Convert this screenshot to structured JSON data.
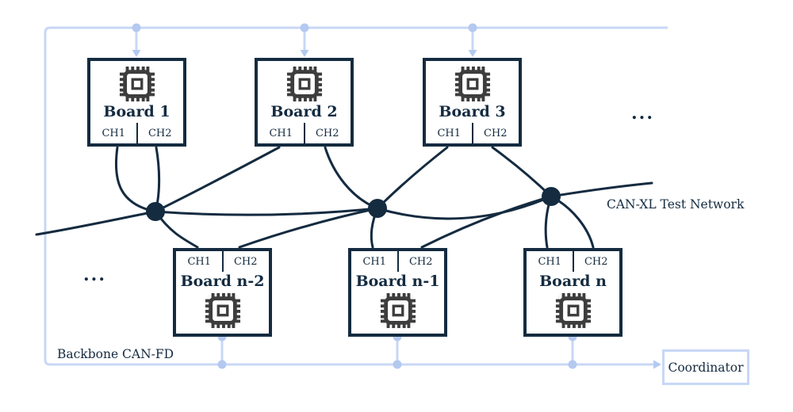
{
  "colors": {
    "navy": "#142b40",
    "backbone": "#c8d7f6",
    "backbone-node": "#b4c9f0",
    "chip": "#3d3d3d"
  },
  "boards": [
    {
      "name": "Board 1",
      "ch1": "CH1",
      "ch2": "CH2"
    },
    {
      "name": "Board 2",
      "ch1": "CH1",
      "ch2": "CH2"
    },
    {
      "name": "Board 3",
      "ch1": "CH1",
      "ch2": "CH2"
    },
    {
      "name": "Board n-2",
      "ch1": "CH1",
      "ch2": "CH2"
    },
    {
      "name": "Board n-1",
      "ch1": "CH1",
      "ch2": "CH2"
    },
    {
      "name": "Board n",
      "ch1": "CH1",
      "ch2": "CH2"
    }
  ],
  "labels": {
    "canxl_network": "CAN-XL Test Network",
    "backbone": "Backbone CAN-FD",
    "coordinator": "Coordinator",
    "ellipsis_top": "...",
    "ellipsis_bottom": "..."
  },
  "connections": [
    "Board 1 CH1 - junction 1",
    "Board 1 CH2 - junction 1",
    "Board 2 CH1 - junction 1",
    "Board 2 CH2 - junction 2",
    "Board 3 CH1 - junction 2",
    "Board 3 CH2 - junction 3",
    "Board n-2 CH1 - junction 1",
    "Board n-2 CH2 - junction 2",
    "Board n-1 CH1 - junction 2",
    "Board n-1 CH2 - junction 3",
    "Board n CH1 - junction 3",
    "Board n CH2 - junction 3",
    "junction 1 - junction 2 - junction 3 (CAN-XL bus)",
    "Backbone CAN-FD rail - Board 1, Board 2, Board 3 (top), Board n-2, Board n-1, Board n (bottom), Coordinator"
  ]
}
